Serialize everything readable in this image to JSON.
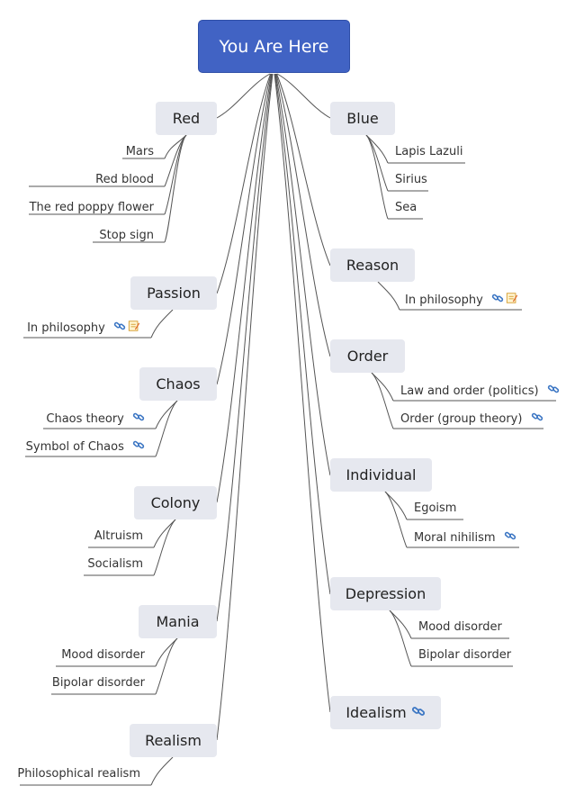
{
  "root": {
    "label": "You Are Here"
  },
  "topics": {
    "red": {
      "label": "Red",
      "children": [
        "Mars",
        "Red blood",
        "The red poppy flower",
        "Stop sign"
      ]
    },
    "passion": {
      "label": "Passion",
      "children": [
        "In philosophy"
      ]
    },
    "chaos": {
      "label": "Chaos",
      "children": [
        "Chaos theory",
        "Symbol of Chaos"
      ]
    },
    "colony": {
      "label": "Colony",
      "children": [
        "Altruism",
        "Socialism"
      ]
    },
    "mania": {
      "label": "Mania",
      "children": [
        "Mood disorder",
        "Bipolar disorder"
      ]
    },
    "realism": {
      "label": "Realism",
      "children": [
        "Philosophical realism"
      ]
    },
    "blue": {
      "label": "Blue",
      "children": [
        "Lapis Lazuli",
        "Sirius",
        "Sea"
      ]
    },
    "reason": {
      "label": "Reason",
      "children": [
        "In philosophy"
      ]
    },
    "order": {
      "label": "Order",
      "children": [
        "Law and order (politics)",
        "Order (group theory)"
      ]
    },
    "individual": {
      "label": "Individual",
      "children": [
        "Egoism",
        "Moral nihilism"
      ]
    },
    "depression": {
      "label": "Depression",
      "children": [
        "Mood disorder",
        "Bipolar disorder"
      ]
    },
    "idealism": {
      "label": "Idealism",
      "children": []
    }
  },
  "icons": {
    "hyperlink": "link-icon",
    "note": "note-icon"
  },
  "colors": {
    "root_fill": "#4163c4",
    "topic_fill": "#e6e8ef",
    "line": "#555555",
    "link_icon": "#3d77c4",
    "note_icon": "#f0b43c"
  }
}
